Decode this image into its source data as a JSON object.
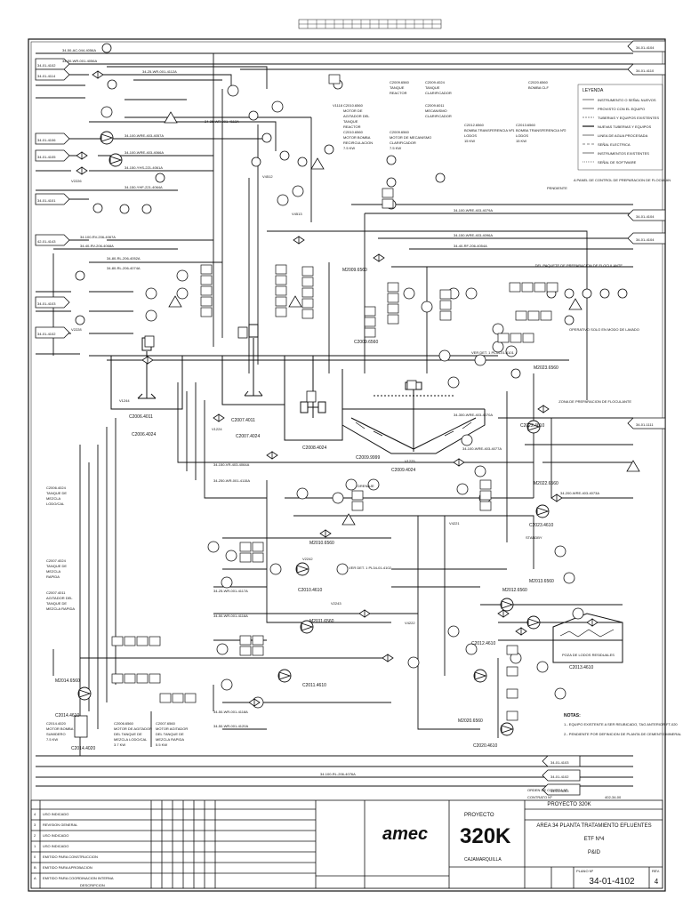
{
  "sheet": {
    "client_logo": "amec",
    "project_logo_line1": "PROYECTO",
    "project_logo_line2": "320K",
    "project_logo_line3": "CAJAMARQUILLA",
    "title": [
      "PROYECTO 320K",
      "AREA 34 PLANTA TRATAMIENTO EFLUENTES",
      "ETF Nº4",
      "P&ID"
    ],
    "drawing_number": "34-01-4102",
    "revision": "4",
    "contract_number": "402-34-00",
    "drawing_number_label": "PLANO Nº",
    "revision_label": "REV.",
    "order_label": "ORDEN DE COMPRA Nº",
    "contract_label": "CONTRATO Nº"
  },
  "revision_table": [
    {
      "rev": "4",
      "desc": "USO INDICADO"
    },
    {
      "rev": "3",
      "desc": "REVISION GENERAL"
    },
    {
      "rev": "2",
      "desc": "USO INDICADO"
    },
    {
      "rev": "1",
      "desc": "USO INDICADO"
    },
    {
      "rev": "0",
      "desc": "EMITIDO PARA CONSTRUCCION"
    },
    {
      "rev": "B",
      "desc": "EMITIDO PARA APROBACION"
    },
    {
      "rev": "A",
      "desc": "EMITIDO PARA COORDINACION INTERNA"
    }
  ],
  "revision_header": "DESCRIPCION",
  "legend": {
    "title": "LEYENDA",
    "items": [
      "INSTRUMENTO O SEÑAL NUEVOS",
      "PROVISTO CON EL EQUIPO",
      "TUBERIAS Y EQUIPOS EXISTENTES",
      "NUEVAS TUBERIAS Y EQUIPOS",
      "LINEA DE AGUA PROCESADA",
      "SEÑAL ELECTRICA",
      "INSTRUMENTOS EXISTENTES",
      "SEÑAL DE SOFTWARE"
    ]
  },
  "notes": {
    "title": "NOTAS:",
    "items": [
      "1.- EQUIPO EXISTENTE A SER REUBICADO, TAG ANTERIOR FT-020",
      "2.- PENDIENTE POR DEFINICION DE PLANTA DE CEMENTO MINERAL"
    ]
  },
  "left_references": [
    "34-01-4102",
    "34-01-4114",
    "34-01-4106",
    "34-01-4105",
    "34-01-4101",
    "42-01-4143",
    "34-01-4103",
    "34-01-4102"
  ],
  "right_references": [
    "34-01-4104",
    "34-01-4110",
    "34-01-4104",
    "34-01-4104",
    "34-01-1111",
    "34-01-4103",
    "34-01-4102",
    "34-01-4103"
  ],
  "equipment_tags": [
    "C2006.4011",
    "C2006.4024",
    "C2007.4011",
    "C2007.4024",
    "C2008.4024",
    "C2009.9999",
    "C2009.4024",
    "M2009.6560",
    "M2010.6560",
    "C2010.4610",
    "M2011.6560",
    "C2011.4610",
    "M2012.6560",
    "C2012.4610",
    "M2013.6560",
    "C2013.4610",
    "M2014.6560",
    "C2014.4610",
    "C2014.4020",
    "M2020.6560",
    "C2020.4610",
    "M2022.6560",
    "C2022.4610",
    "M2023.6560",
    "C2023.4610",
    "C2009.6560"
  ],
  "equipment_descriptions": [
    {
      "tag": "C2006.4024",
      "lines": [
        "TANQUE DE",
        "MEZCLA",
        "LODO/CAL"
      ]
    },
    {
      "tag": "C2007.4024",
      "lines": [
        "TANQUE DE",
        "MEZCLA",
        "RAPIDA"
      ]
    },
    {
      "tag": "C2007.4011",
      "lines": [
        "AGITADOR DEL",
        "TANQUE DE",
        "MEZCLA RAPIDA"
      ]
    },
    {
      "tag": "C2014.4020",
      "lines": [
        "MOTOR BOMBA",
        "SUMIDERO",
        "7.5 KW"
      ]
    },
    {
      "tag": "C2006.6560",
      "lines": [
        "MOTOR DE AGITADOR",
        "DEL TANQUE DE",
        "MEZCLA LODO/CAL",
        "3.7 KW"
      ]
    },
    {
      "tag": "C2007.6560",
      "lines": [
        "MOTOR AGITADOR",
        "DEL TANQUE DE",
        "MEZCLA RAPIDA",
        "5.5 KW"
      ]
    },
    {
      "tag": "C2010.6560",
      "lines": [
        "MOTOR BOMBA",
        "RECIRCULACION",
        "7.5 KW"
      ]
    },
    {
      "tag": "C2009.6560",
      "lines": [
        "TANQUE",
        "REACTOR"
      ]
    },
    {
      "tag": "C2009.4024",
      "lines": [
        "TANQUE",
        "CLARIFICADOR"
      ]
    },
    {
      "tag": "C2009.6011",
      "lines": [
        "MECANISMO",
        "CLARIFICADOR"
      ]
    },
    {
      "tag": "C2010.6560",
      "lines": [
        "MOTOR DE",
        "AGITADOR DEL",
        "TANQUE",
        "REACTOR"
      ]
    },
    {
      "tag": "C2009.6560",
      "lines": [
        "MOTOR DE MECANISMO",
        "CLARIFICADOR",
        "7.5 KW"
      ]
    },
    {
      "tag": "C2012.6560",
      "lines": [
        "BOMBA TRANSFERENCIA Nº1",
        "LODOS",
        "15 KW"
      ]
    },
    {
      "tag": "C2013.6560",
      "lines": [
        "BOMBA TRANSFERENCIA Nº2",
        "LODOS",
        "15 KW"
      ]
    },
    {
      "tag": "C2020.6560",
      "lines": [
        "BOMBA CLF"
      ]
    }
  ],
  "annotations": [
    "A PANEL DE CONTROL DE PREPARACION DE FLOCULAN",
    "DEL PAQUETE DE PREPARACION DE FLOCULANTE",
    "OPERATIVO SOLO EN MODO DE LAVADO",
    "POZA DE LODOS RESIDUALES",
    "DRENAJE",
    "PENDIENTE",
    "STANDBY",
    "ZONA DE PREPARACION DE FLOCULANTE"
  ],
  "valve_tags": [
    "V1244",
    "V1118",
    "V4512",
    "V4513",
    "V2226",
    "V2228",
    "V2242",
    "V2243",
    "V1224",
    "V1225",
    "V4221",
    "V4222"
  ],
  "pipe_labels": [
    "34-50-AC-044-4056A",
    "34-50-WR-001-4056A",
    "34-25-WR-001-4112A",
    "34-25-WR-001-4113A",
    "34-100-WRE-403-4057A",
    "34-100-WRE-403-4066A",
    "34-150-YHS-221-4061A",
    "34-150-YHF-221-4064A",
    "34-100-RV-206-4067A",
    "34-40-RV-206-4068A",
    "34-100-WRE-403-4079A",
    "34-150-WRE-403-4096A",
    "34-80-RL-206-4052A",
    "34-80-RL-206-4074A",
    "34-250-WR-001-4115A",
    "34-50-WR-001-4116A",
    "34-150-VR-403-4064A",
    "34-300-WRE-403-4070A",
    "34-100-WRE-403-4077A",
    "34-200-WRE-403-4073A",
    "34-25-WR-001-4117A",
    "34-50-WR-001-4118A",
    "34-100-RL-206-4076A",
    "34-40-RF-206-4054A",
    "34-50-WR-001-4120A"
  ],
  "ver_det_labels": [
    "VER DET. 1 PL34-01-4101",
    "VER DET. 1 PL34-01-4102"
  ]
}
